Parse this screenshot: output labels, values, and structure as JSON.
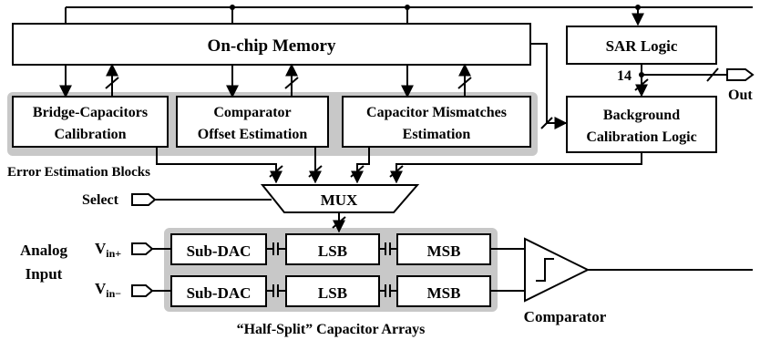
{
  "diagram": {
    "blocks": {
      "memory": "On-chip Memory",
      "sar_logic": "SAR Logic",
      "bridge_line1": "Bridge-Capacitors",
      "bridge_line2": "Calibration",
      "comp_line1": "Comparator",
      "comp_line2": "Offset Estimation",
      "mismatch_line1": "Capacitor Mismatches",
      "mismatch_line2": "Estimation",
      "bg_line1": "Background",
      "bg_line2": "Calibration Logic",
      "mux": "MUX",
      "subdac": "Sub-DAC",
      "lsb": "LSB",
      "msb": "MSB"
    },
    "labels": {
      "bits": "14",
      "out": "Out",
      "error_group": "Error Estimation Blocks",
      "select": "Select",
      "analog_line1": "Analog",
      "analog_line2": "Input",
      "vin_plus_main": "V",
      "vin_plus_sub": "in+",
      "vin_minus_main": "V",
      "vin_minus_sub": "in−",
      "arrays_group": "“Half-Split” Capacitor Arrays",
      "comparator": "Comparator"
    },
    "colors": {
      "group_fill": "#c8c8c8",
      "line": "#000000",
      "block_fill": "#ffffff"
    }
  }
}
